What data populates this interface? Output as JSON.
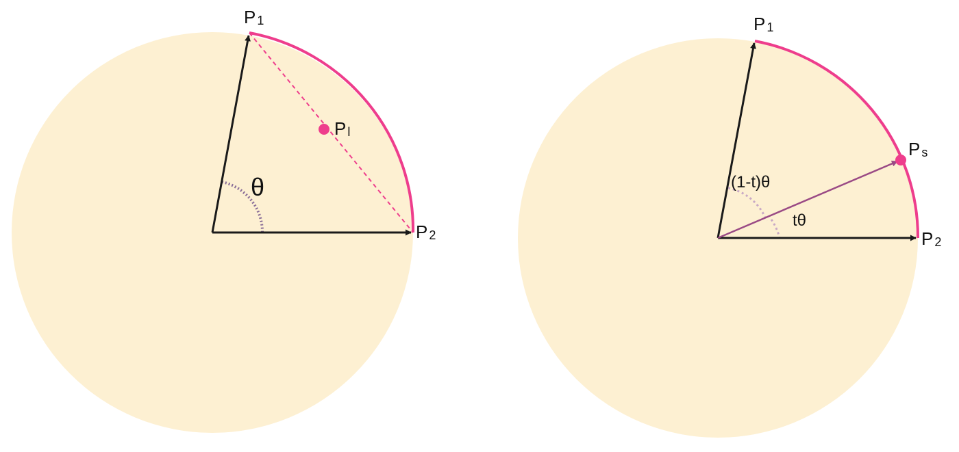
{
  "colors": {
    "disk_fill": "#fdf0d2",
    "arc": "#ee3d8c",
    "vector": "#1a1a1a",
    "chord": "#ee3d8c",
    "angle_marker_left": "#8b6f98",
    "angle_marker_right": "#c9a9c5",
    "interp_vector": "#9a4a85",
    "point": "#ee3d8c"
  },
  "panels": {
    "linear": {
      "p1": {
        "letter": "P",
        "sub": "1"
      },
      "p2": {
        "letter": "P",
        "sub": "2"
      },
      "pl": {
        "letter": "P",
        "sub": "l"
      },
      "angle": "θ"
    },
    "spherical": {
      "p1": {
        "letter": "P",
        "sub": "1"
      },
      "p2": {
        "letter": "P",
        "sub": "2"
      },
      "ps": {
        "letter": "P",
        "sub": "s"
      },
      "angle_remaining": "(1-t)θ",
      "angle_t": "tθ"
    }
  }
}
